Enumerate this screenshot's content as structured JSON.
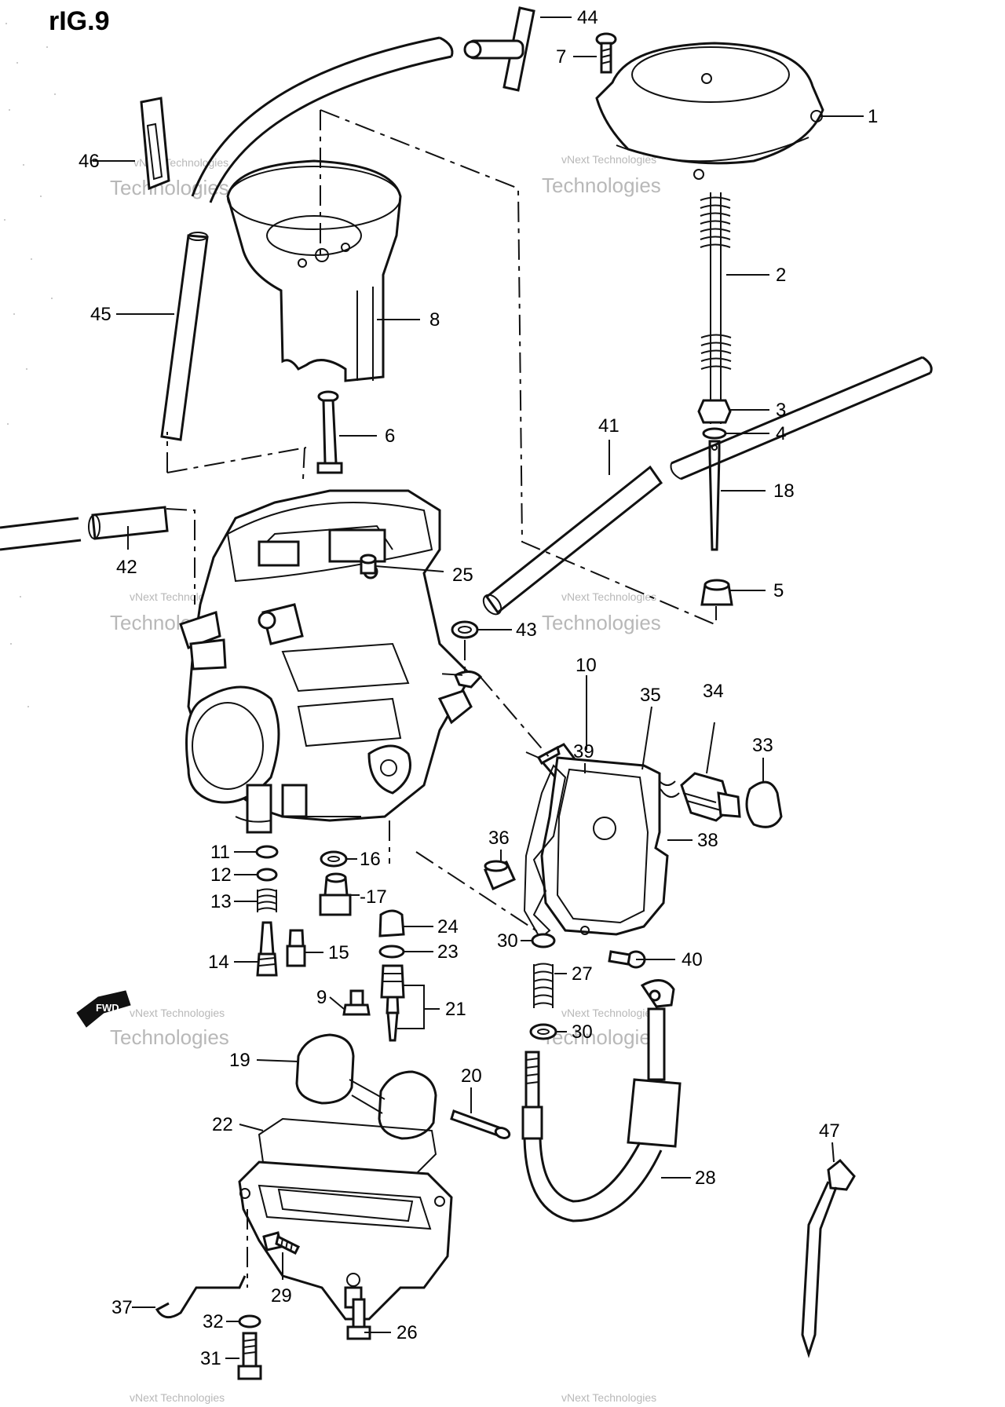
{
  "figure": {
    "title": "rIG.9"
  },
  "watermark": {
    "line1": "vNext Technologies",
    "line2": "Technologies"
  },
  "front_mark": "FWD",
  "callouts": {
    "c1": "1",
    "c2": "2",
    "c3": "3",
    "c4": "4",
    "c5": "5",
    "c6": "6",
    "c7": "7",
    "c8": "8",
    "c9": "9",
    "c10": "10",
    "c11": "11",
    "c12": "12",
    "c13": "13",
    "c14": "14",
    "c15": "15",
    "c16": "16",
    "c17": "-17",
    "c18": "18",
    "c19": "19",
    "c20": "20",
    "c21": "21",
    "c22": "22",
    "c23": "23",
    "c24": "24",
    "c25": "25",
    "c26": "26",
    "c27": "27",
    "c28": "28",
    "c29": "29",
    "c30a": "30",
    "c30b": "30",
    "c31": "31",
    "c32": "32",
    "c33": "33",
    "c34": "34",
    "c35": "35",
    "c36": "36",
    "c37": "37",
    "c38": "38",
    "c39": "39",
    "c40": "40",
    "c41": "41",
    "c42": "42",
    "c43": "43",
    "c44": "44",
    "c45": "45",
    "c46": "46",
    "c47": "47"
  }
}
